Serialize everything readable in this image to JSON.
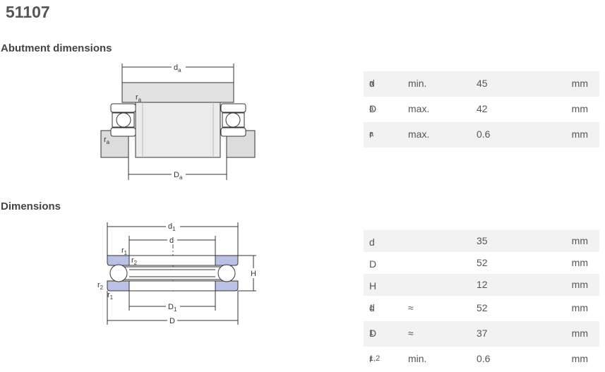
{
  "title": "51107",
  "sections": {
    "abutment": "Abutment dimensions",
    "dimensions": "Dimensions"
  },
  "abutment_diagram_labels": {
    "da": {
      "base": "d",
      "sub": "a"
    },
    "Da": {
      "base": "D",
      "sub": "a"
    },
    "ra_top": {
      "base": "r",
      "sub": "a"
    },
    "ra_left": {
      "base": "r",
      "sub": "a"
    }
  },
  "dimension_diagram_labels": {
    "d1": {
      "base": "d",
      "sub": "1"
    },
    "d": {
      "base": "d",
      "sub": ""
    },
    "D1": {
      "base": "D",
      "sub": "1"
    },
    "D": {
      "base": "D",
      "sub": ""
    },
    "H": {
      "base": "H",
      "sub": ""
    },
    "r1_top": {
      "base": "r",
      "sub": "1"
    },
    "r2_top": {
      "base": "r",
      "sub": "2"
    },
    "r2_left": {
      "base": "r",
      "sub": "2"
    },
    "r1_bottom": {
      "base": "r",
      "sub": "1"
    }
  },
  "abutment_rows": [
    {
      "symbol": "d",
      "sub": "a",
      "qualifier": "min.",
      "value": "45",
      "unit": "mm"
    },
    {
      "symbol": "D",
      "sub": "a",
      "qualifier": "max.",
      "value": "42",
      "unit": "mm"
    },
    {
      "symbol": "r",
      "sub": "a",
      "qualifier": "max.",
      "value": "0.6",
      "unit": "mm"
    }
  ],
  "dimension_rows": [
    {
      "symbol": "d",
      "sub": "",
      "qualifier": "",
      "value": "35",
      "unit": "mm"
    },
    {
      "symbol": "D",
      "sub": "",
      "qualifier": "",
      "value": "52",
      "unit": "mm"
    },
    {
      "symbol": "H",
      "sub": "",
      "qualifier": "",
      "value": "12",
      "unit": "mm"
    },
    {
      "symbol": "d",
      "sub": "1",
      "qualifier": "≈",
      "value": "52",
      "unit": "mm"
    },
    {
      "symbol": "D",
      "sub": "1",
      "qualifier": "≈",
      "value": "37",
      "unit": "mm"
    },
    {
      "symbol": "r",
      "sub": "1,2",
      "qualifier": "min.",
      "value": "0.6",
      "unit": "mm"
    }
  ],
  "colors": {
    "housing": "#dcdcdc",
    "washer_fill": "#b9c2e4",
    "line": "#333333",
    "row_shade": "#f2f2f2"
  }
}
